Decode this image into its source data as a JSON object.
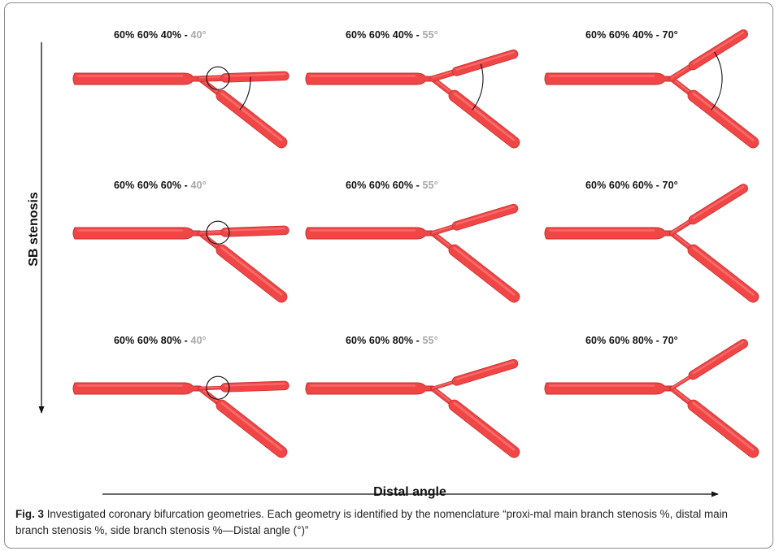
{
  "figure": {
    "y_axis_label": "SB stenosis",
    "x_axis_label": "Distal angle",
    "caption_fig_num": "Fig. 3",
    "caption_text": "  Investigated coronary bifurcation geometries. Each geometry is identified by the nomenclature “proxi-mal main branch stenosis %, distal main branch stenosis %, side branch stenosis %—Distal angle (°)”"
  },
  "colors": {
    "vessel": "#f04646",
    "vessel_highlight": "#ff8a8a",
    "vessel_shade": "#c82e2e",
    "gray_angle": "#a8a8a8",
    "text": "#111111"
  },
  "panels": [
    {
      "stenosis": "60% 60% 40% - ",
      "angle": "40°",
      "angle_gray": true,
      "distal_angle_deg": 40,
      "sb_stenosis_pct": 40,
      "circle_marker": true,
      "arc_marker": true
    },
    {
      "stenosis": "60% 60% 40% - ",
      "angle": "55°",
      "angle_gray": true,
      "distal_angle_deg": 55,
      "sb_stenosis_pct": 40,
      "circle_marker": false,
      "arc_marker": true
    },
    {
      "stenosis": "60% 60% 40% - ",
      "angle": "70°",
      "angle_gray": false,
      "distal_angle_deg": 70,
      "sb_stenosis_pct": 40,
      "circle_marker": false,
      "arc_marker": true
    },
    {
      "stenosis": "60% 60% 60% - ",
      "angle": "40°",
      "angle_gray": true,
      "distal_angle_deg": 40,
      "sb_stenosis_pct": 60,
      "circle_marker": true,
      "arc_marker": false
    },
    {
      "stenosis": "60% 60% 60% - ",
      "angle": "55°",
      "angle_gray": true,
      "distal_angle_deg": 55,
      "sb_stenosis_pct": 60,
      "circle_marker": false,
      "arc_marker": false
    },
    {
      "stenosis": "60% 60% 60% - ",
      "angle": "70°",
      "angle_gray": false,
      "distal_angle_deg": 70,
      "sb_stenosis_pct": 60,
      "circle_marker": false,
      "arc_marker": false
    },
    {
      "stenosis": "60% 60% 80% - ",
      "angle": "40°",
      "angle_gray": true,
      "distal_angle_deg": 40,
      "sb_stenosis_pct": 80,
      "circle_marker": true,
      "arc_marker": false
    },
    {
      "stenosis": "60% 60% 80% - ",
      "angle": "55°",
      "angle_gray": true,
      "distal_angle_deg": 55,
      "sb_stenosis_pct": 80,
      "circle_marker": false,
      "arc_marker": false
    },
    {
      "stenosis": "60% 60% 80% - ",
      "angle": "70°",
      "angle_gray": false,
      "distal_angle_deg": 70,
      "sb_stenosis_pct": 80,
      "circle_marker": false,
      "arc_marker": false
    }
  ]
}
